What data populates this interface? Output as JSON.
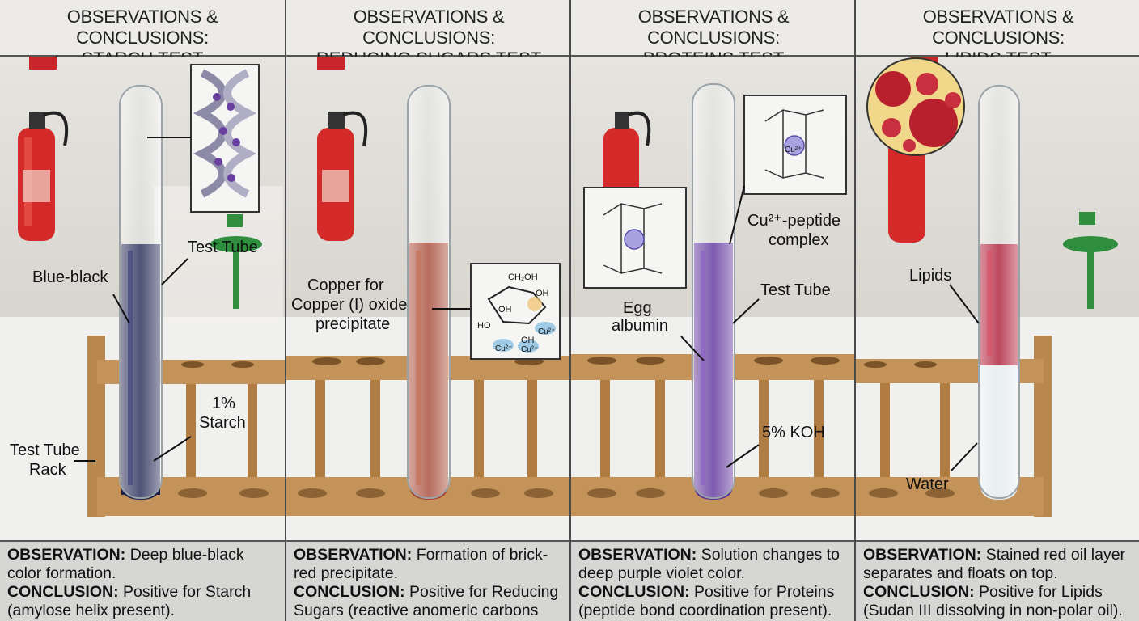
{
  "panels": [
    {
      "id": "starch",
      "title_line1": "OBSERVATIONS & CONCLUSIONS:",
      "title_line2": "STARCH TEST",
      "labels": {
        "blue_black": "Blue-black",
        "test_tube": "Test Tube",
        "starch_pct": "1%",
        "starch": "Starch",
        "rack_line1": "Test Tube",
        "rack_line2": "Rack"
      },
      "observation_label": "OBSERVATION:",
      "observation": "Deep blue-black color formation.",
      "conclusion_label": "CONCLUSION:",
      "conclusion": "Positive for Starch (amylose helix present).",
      "liquid_color": "#1b1f4d"
    },
    {
      "id": "reducing-sugars",
      "title_line1": "OBSERVATIONS & CONCLUSIONS:",
      "title_line2": "REDUCING SUGARS TEST",
      "labels": {
        "copper_line1": "Copper for",
        "copper_line2": "Copper (I) oxide",
        "copper_line3": "precipitate",
        "chem_ch2oh": "CH₂OH",
        "chem_oh1": "OH",
        "chem_oh2": "OH",
        "chem_ho": "HO",
        "chem_oh3": "OH",
        "chem_cu1": "Cu²⁺",
        "chem_cu2": "Cu²⁺",
        "chem_cu3": "Cu²⁺"
      },
      "observation_label": "OBSERVATION:",
      "observation": "Formation of brick-red precipitate.",
      "conclusion_label": "CONCLUSION:",
      "conclusion": "Positive for Reducing Sugars (reactive anomeric carbons present).",
      "liquid_color": "#a8412c"
    },
    {
      "id": "proteins",
      "title_line1": "OBSERVATIONS & CONCLUSIONS:",
      "title_line2": "PROTEINS TEST",
      "labels": {
        "complex_line1": "Cu²⁺-peptide",
        "complex_line2": "complex",
        "test_tube": "Test Tube",
        "egg_line1": "Egg",
        "egg_line2": "albumin",
        "koh": "5% KOH",
        "cu_center": "Cu²⁺"
      },
      "observation_label": "OBSERVATION:",
      "observation": "Solution changes to deep purple violet color.",
      "conclusion_label": "CONCLUSION:",
      "conclusion": "Positive for Proteins (peptide bond coordination present).",
      "liquid_color": "#5a2a9a"
    },
    {
      "id": "lipids",
      "title_line1": "OBSERVATIONS & CONCLUSIONS:",
      "title_line2": "LIPIDS TEST",
      "labels": {
        "lipids": "Lipids",
        "water": "Water"
      },
      "observation_label": "OBSERVATION:",
      "observation": "Stained red oil layer separates and floats on top.",
      "conclusion_label": "CONCLUSION:",
      "conclusion": "Positive for Lipids (Sudan III dissolving in non-polar oil).",
      "liquid_color": "#b0122e"
    }
  ],
  "colors": {
    "rack_wood": "#b9884f",
    "rack_dark": "#8a6233",
    "extinguisher": "#d42a2a",
    "eyewash": "#2f8f3f",
    "bench": "#f1f1ef"
  }
}
